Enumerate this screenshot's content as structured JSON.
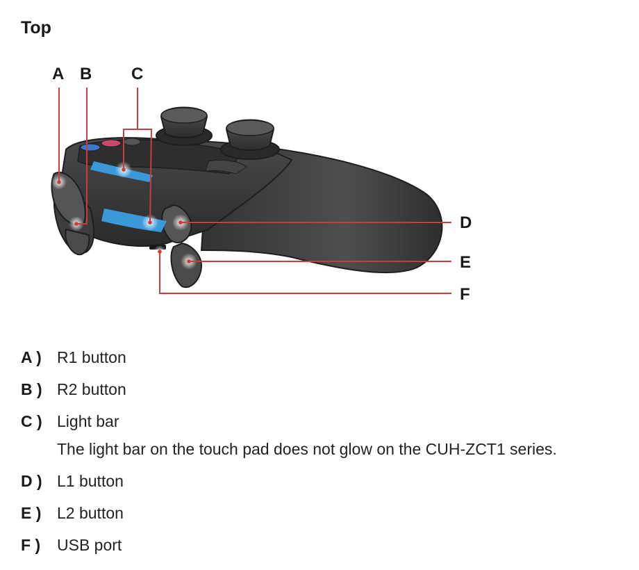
{
  "title": "Top",
  "colors": {
    "callout_line": "#d03a3a",
    "controller_body": "#3a3a3a",
    "light_bar": "#3a9ad9"
  },
  "callouts": [
    "A",
    "B",
    "C",
    "D",
    "E",
    "F"
  ],
  "legend": [
    {
      "key": "A )",
      "label": "R1 button"
    },
    {
      "key": "B )",
      "label": "R2 button"
    },
    {
      "key": "C )",
      "label": "Light bar",
      "note": "The light bar on the touch pad does not glow on the CUH-ZCT1 series."
    },
    {
      "key": "D )",
      "label": "L1 button"
    },
    {
      "key": "E )",
      "label": "L2 button"
    },
    {
      "key": "F )",
      "label": "USB port"
    }
  ]
}
